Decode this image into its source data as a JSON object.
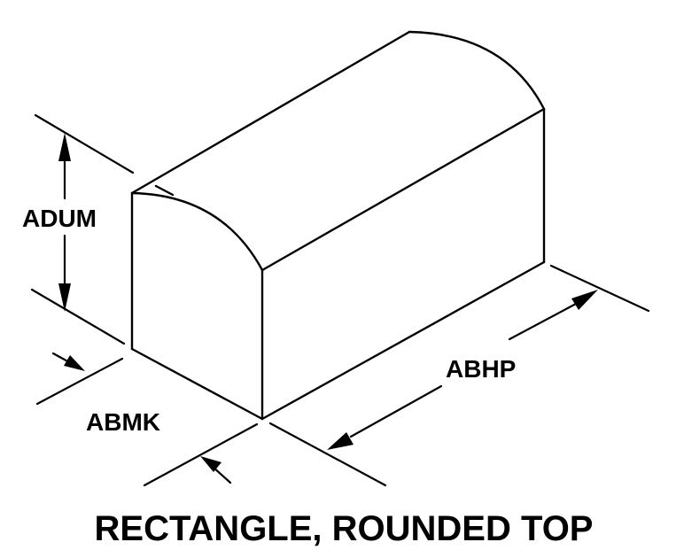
{
  "diagram": {
    "caption": "RECTANGLE, ROUNDED TOP",
    "labels": {
      "height": "ADUM",
      "length": "ABHP",
      "width": "ABMK"
    }
  },
  "colors": {
    "line": "#000000",
    "background": "#ffffff"
  }
}
